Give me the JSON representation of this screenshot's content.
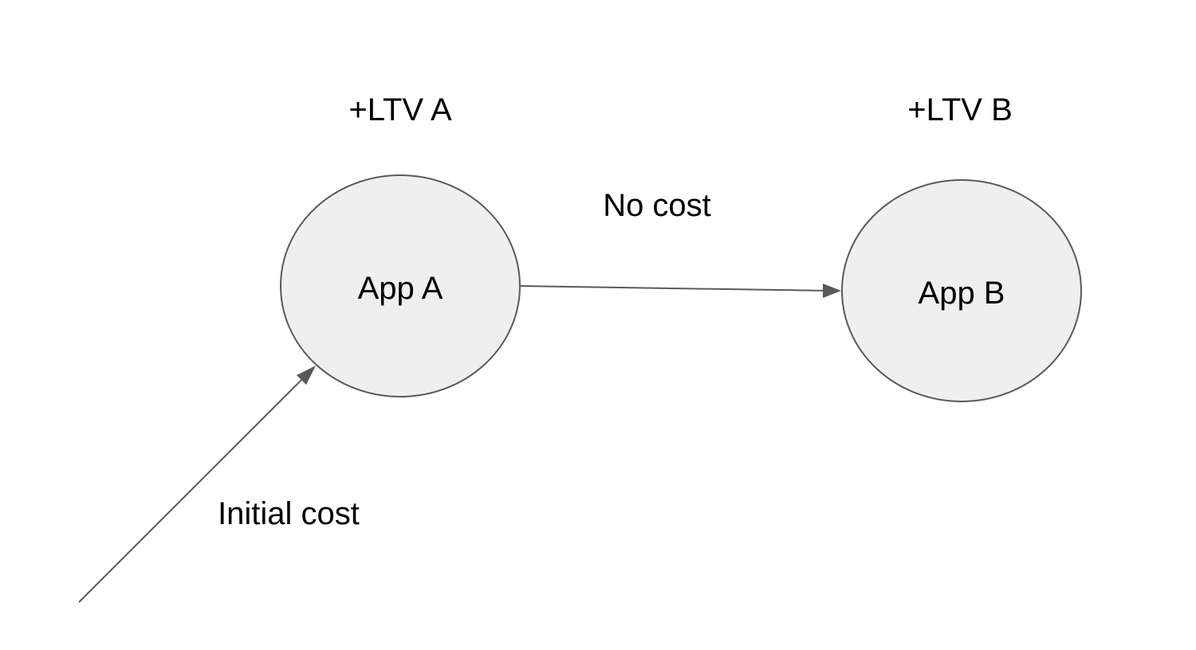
{
  "colors": {
    "node_fill": "#efefef",
    "stroke": "#595959",
    "text": "#000000",
    "background": "#ffffff"
  },
  "nodes": [
    {
      "id": "app-a",
      "label": "App A",
      "value_label": "+LTV A"
    },
    {
      "id": "app-b",
      "label": "App B",
      "value_label": "+LTV B"
    }
  ],
  "edges": [
    {
      "from": "external",
      "to": "app-a",
      "label": "Initial cost"
    },
    {
      "from": "app-a",
      "to": "app-b",
      "label": "No cost"
    }
  ]
}
